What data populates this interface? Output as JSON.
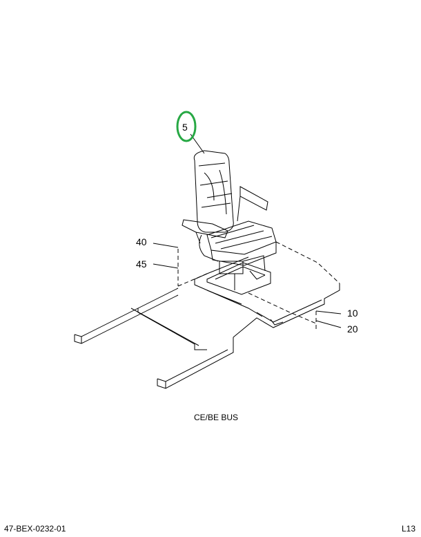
{
  "callouts": {
    "seat": "5",
    "c40": "40",
    "c45": "45",
    "c10": "10",
    "c20": "20"
  },
  "caption": "CE/BE BUS",
  "footer": {
    "left": "47-BEX-0232-01",
    "right": "L13"
  },
  "colors": {
    "highlight": "#27a844",
    "line": "#000000"
  }
}
